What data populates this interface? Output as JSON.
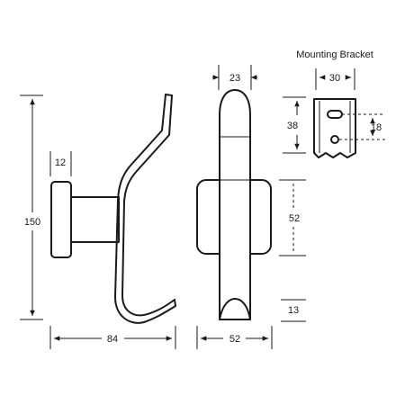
{
  "bracket": {
    "title": "Mounting Bracket"
  },
  "dimensions": {
    "side_height": "150",
    "side_rose_thickness": "12",
    "side_projection": "84",
    "front_top_width": "23",
    "front_upper_height": "38",
    "front_rose_height": "52",
    "front_rose_width": "52",
    "front_tip_height": "13",
    "bracket_width": "30",
    "bracket_slot_spacing": "18"
  }
}
